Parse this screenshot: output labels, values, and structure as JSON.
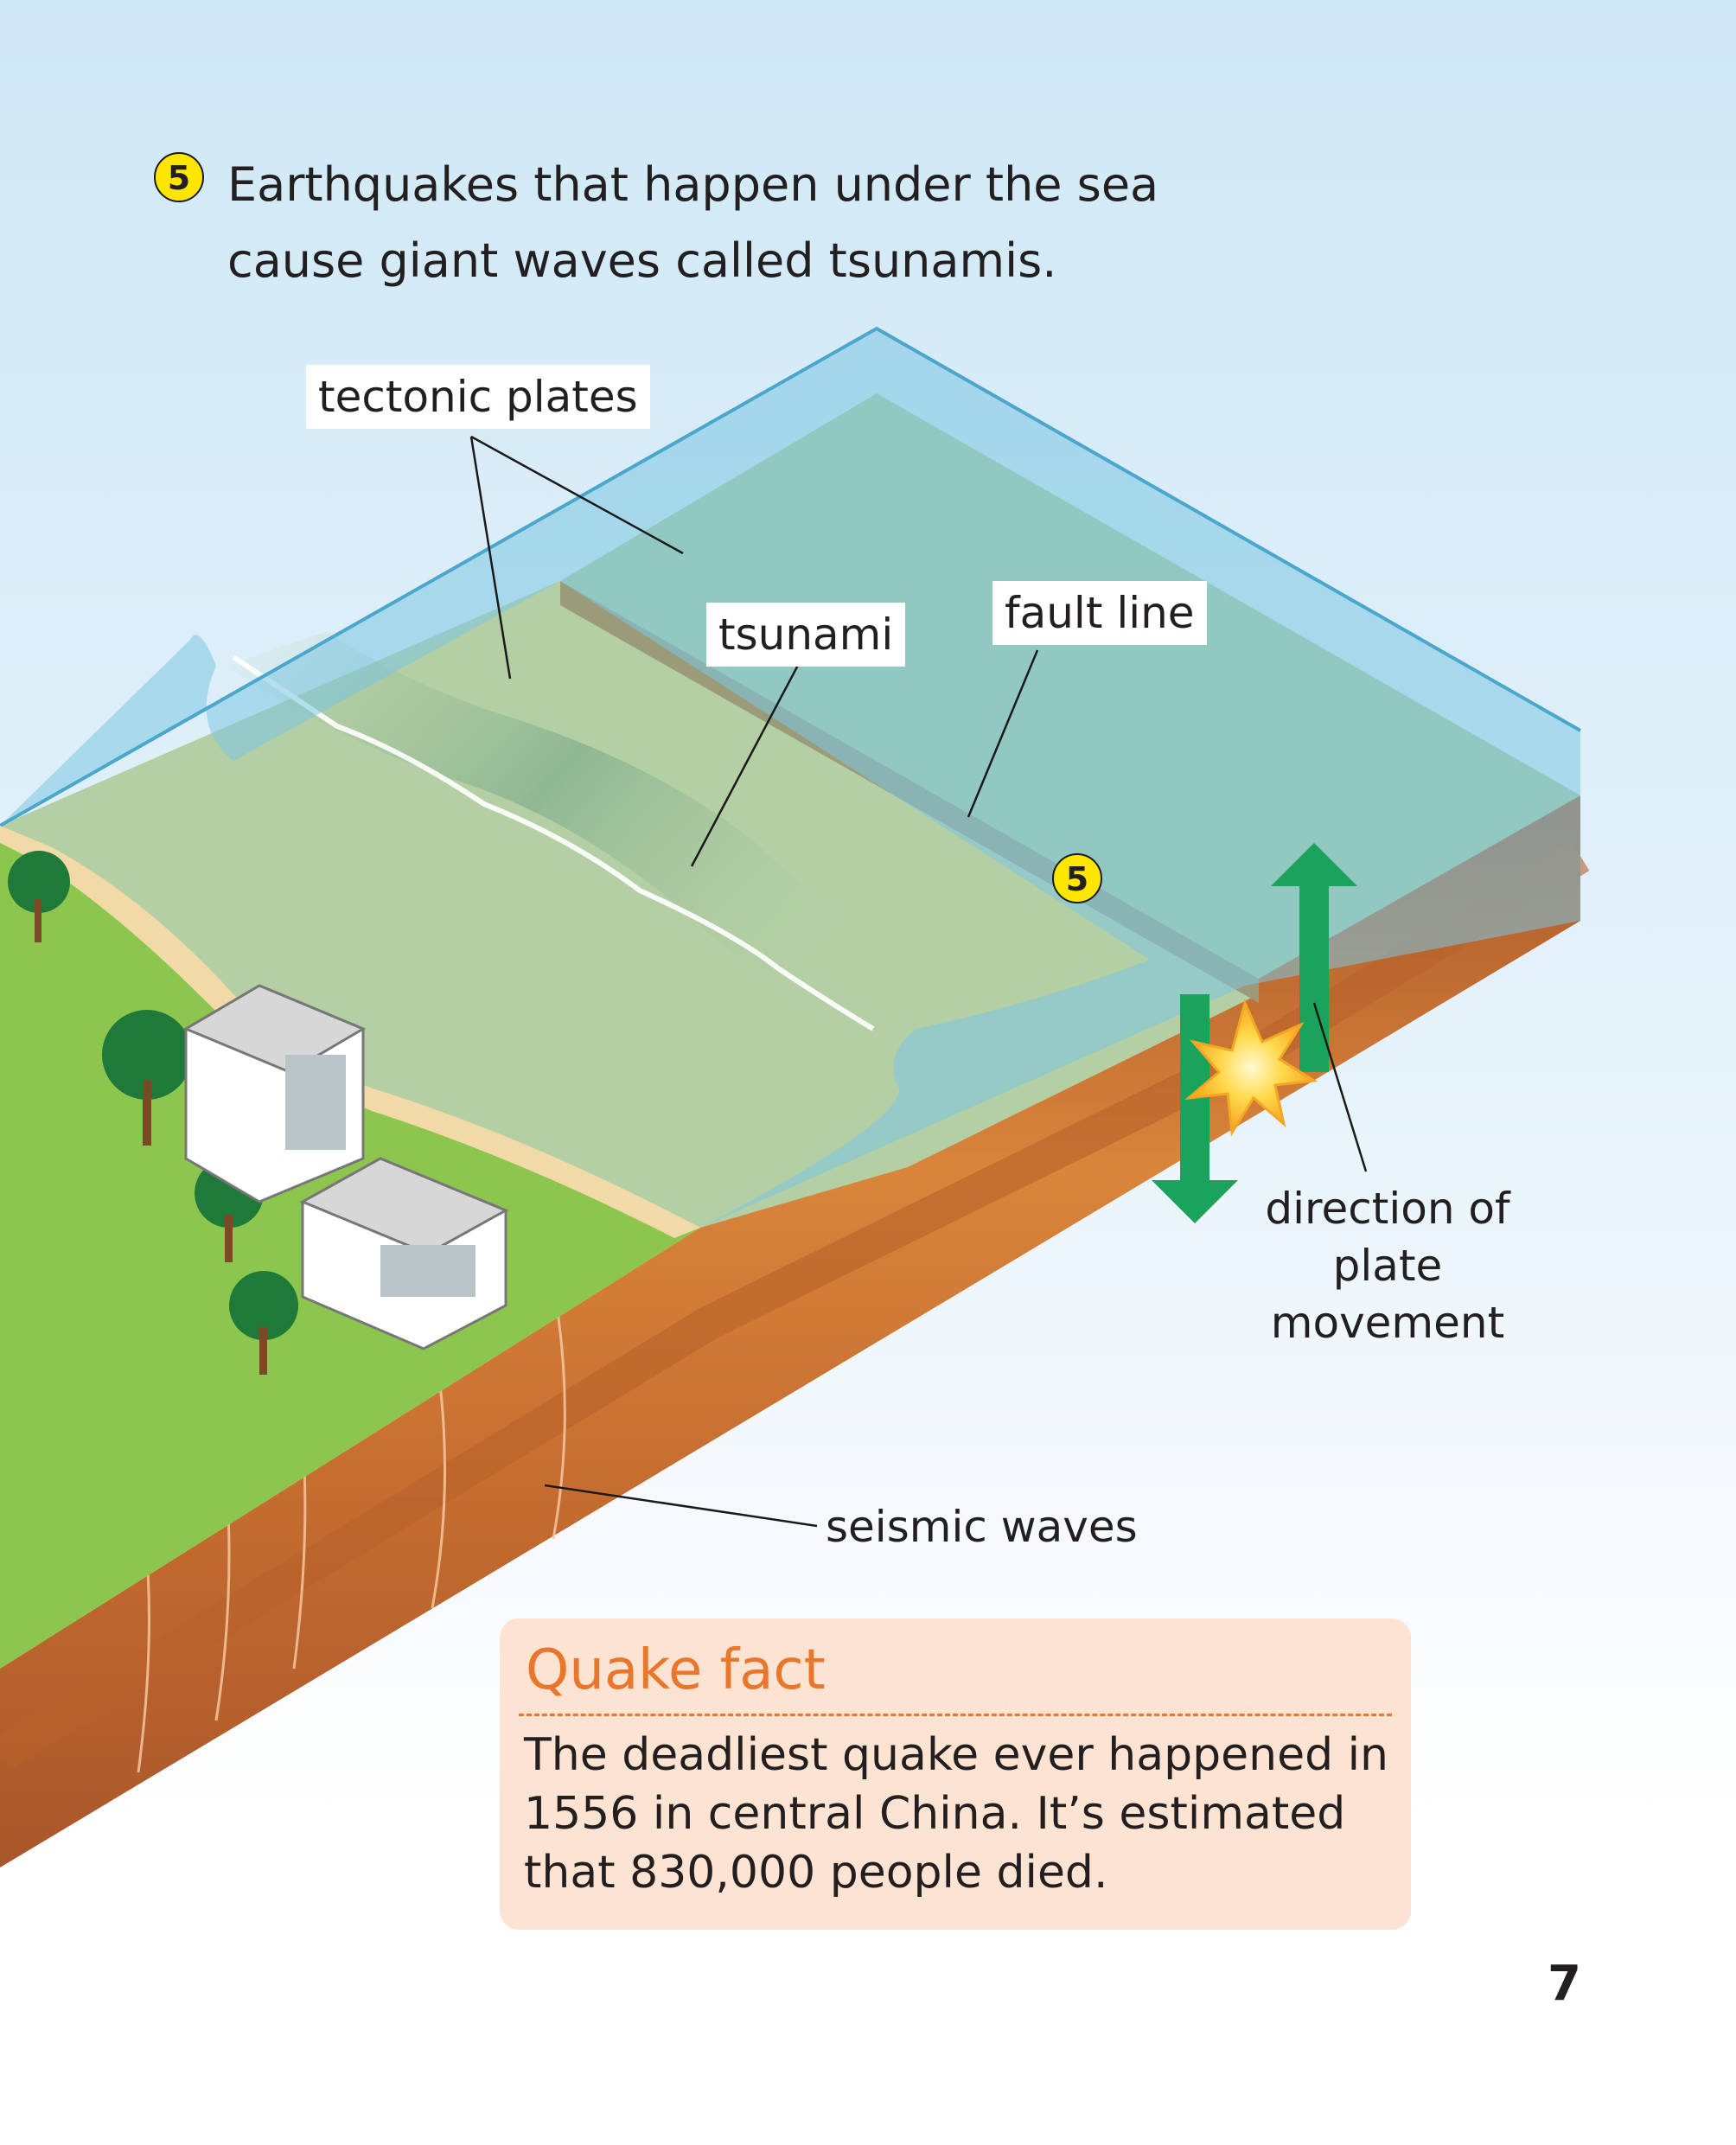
{
  "heading": {
    "step_number": "5",
    "text": "Earthquakes that happen under the sea cause giant waves called tsunamis."
  },
  "labels": {
    "tectonic_plates": "tectonic plates",
    "tsunami": "tsunami",
    "fault_line": "fault line",
    "direction": "direction of plate movement",
    "seismic_waves": "seismic waves"
  },
  "marker": {
    "step_number": "5"
  },
  "fact": {
    "title": "Quake fact",
    "text": "The deadliest quake ever happened in 1556 in central China. It’s estimated that 830,000 people died."
  },
  "page_number": "7",
  "colors": {
    "sea": "#7cc7e2",
    "seabed": "#b4cfa4",
    "land": "#8dc64f",
    "rock_light": "#d9853b",
    "rock_dark": "#a9562a",
    "accent": "#e8762d",
    "arrow": "#1aa35a",
    "badge": "#ffe600"
  }
}
